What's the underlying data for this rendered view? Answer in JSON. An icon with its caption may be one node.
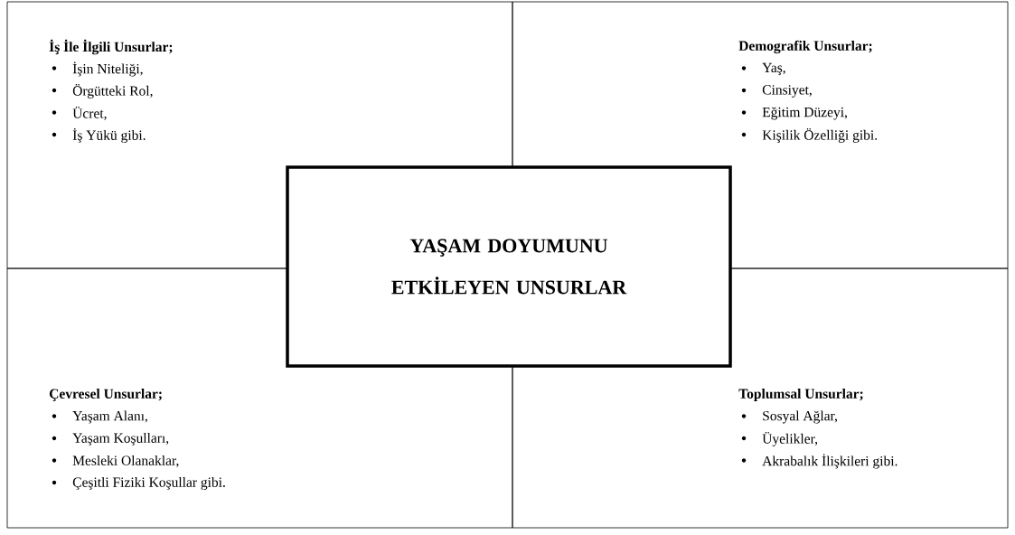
{
  "diagram": {
    "nodes": [
      {
        "text": [
          "İş İle İlgili Unsurlar;",
          "İşin Niteliği,",
          "Örgütteki Rol,",
          "Ücret,",
          "İş Yükü gibi."
        ]
      },
      {
        "text": [
          "Demografik Unsurlar;",
          "Yaş,",
          "Cinsiyet,",
          "Eğitim Düzeyi,",
          "Kişilik Özelliği gibi."
        ]
      },
      {
        "text": [
          "YAŞAM DOYUMUNU ETKİLEYEN UNSURLAR"
        ]
      },
      {
        "text": [
          "Çevresel Unsurlar;",
          "Yaşam Alanı,",
          "Yaşam Koşulları,",
          "Mesleki Olanaklar,",
          "Çeşitli Fiziki Koşullar gibi."
        ]
      },
      {
        "text": [
          "Toplumsal Unsurlar;",
          "Sosyal Ağlar,",
          "Üyelikler,",
          "Akrabalık İlişkileri gibi."
        ]
      }
    ]
  }
}
